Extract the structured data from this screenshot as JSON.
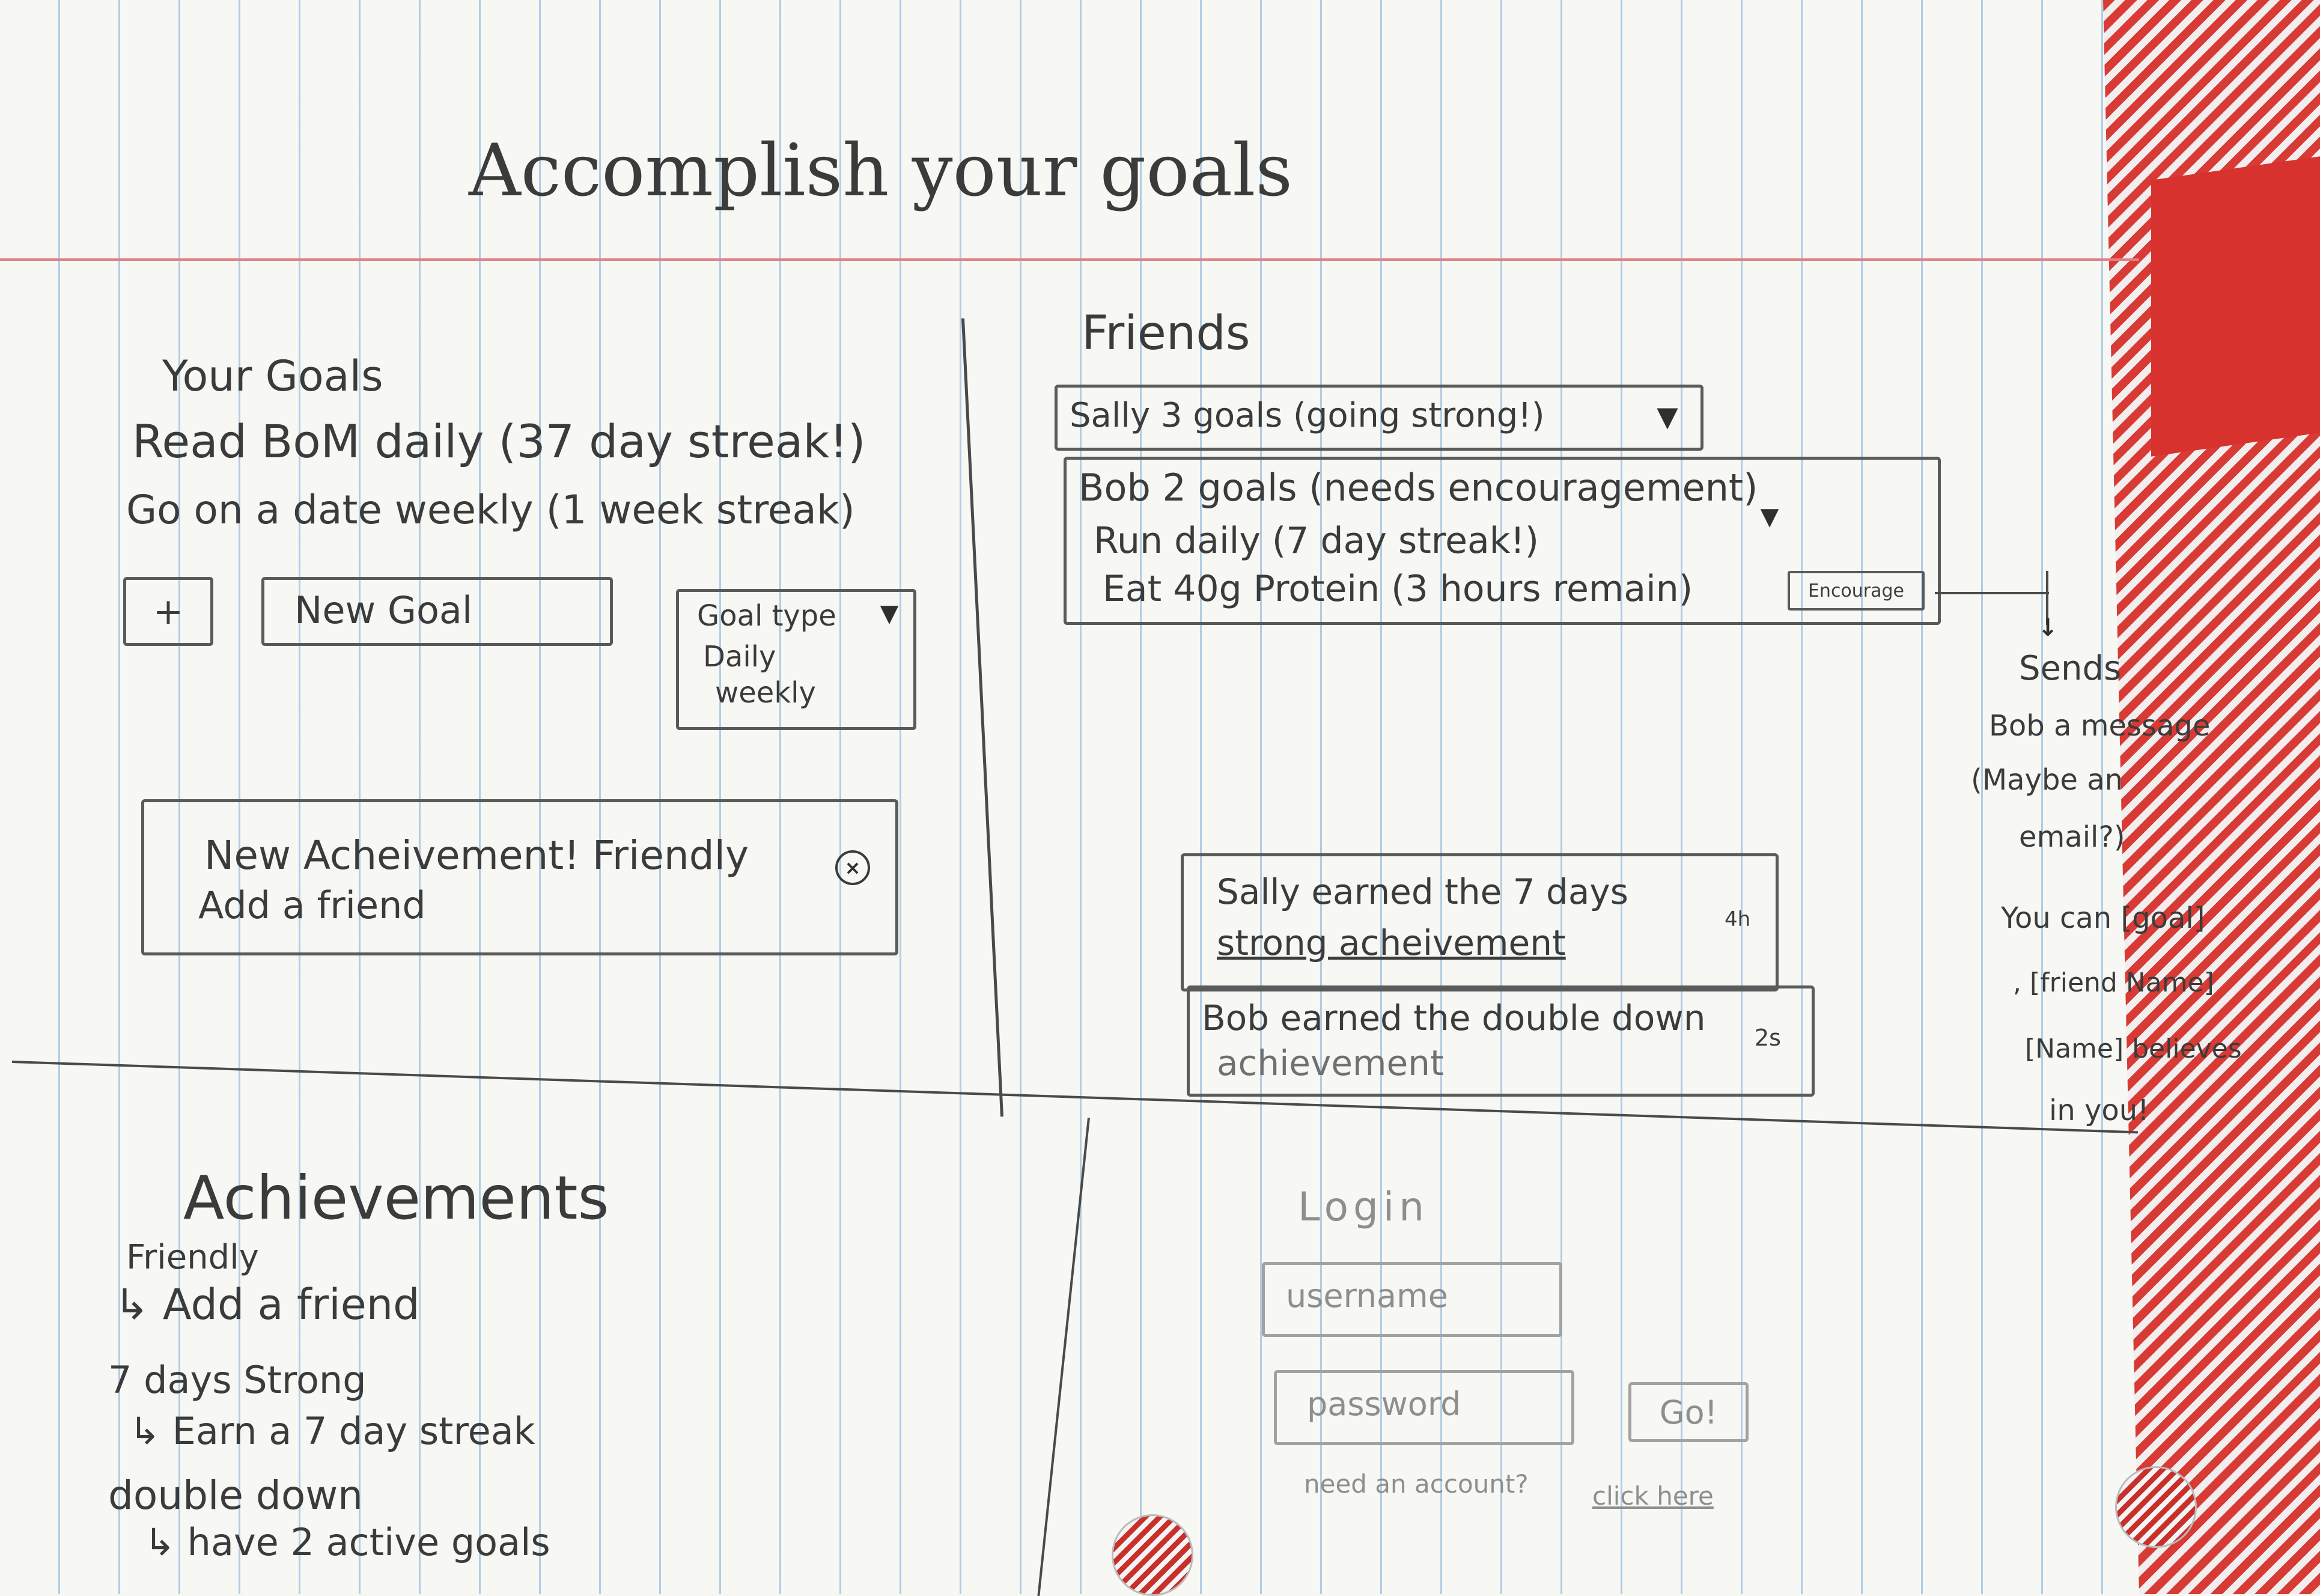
{
  "page": {
    "title": "Accomplish your goals"
  },
  "goals": {
    "heading": "Your Goals",
    "items": [
      "Read BoM daily (37 day streak!)",
      "Go on a date weekly (1 week streak)"
    ],
    "add_button": "+",
    "new_goal_placeholder": "New Goal",
    "goal_type": {
      "label": "Goal type",
      "options": [
        "Daily",
        "weekly"
      ]
    }
  },
  "notification": {
    "title": "New Acheivement! Friendly",
    "body": "Add a friend",
    "close_icon": "close-icon"
  },
  "friends": {
    "heading": "Friends",
    "list": [
      {
        "summary": "Sally 3 goals (going strong!)",
        "expand_icon": "chevron-down-icon"
      },
      {
        "summary": "Bob 2 goals (needs encouragement)",
        "expand_icon": "chevron-down-icon",
        "goals": [
          "Run daily (7 day streak!)",
          "Eat 40g Protein (3 hours remain)"
        ],
        "encourage_button": "Encourage"
      }
    ],
    "annotation": {
      "title": "Sends",
      "lines": [
        "Bob a message",
        "(Maybe an",
        "email?)",
        "You can [goal]",
        ", [friend Name]",
        "[Name] believes",
        "in you!"
      ]
    }
  },
  "feed": {
    "items": [
      {
        "text_line1": "Sally earned the 7 days",
        "text_line2": "strong acheivement",
        "time": "4h"
      },
      {
        "text_line1": "Bob earned the double down",
        "text_line2": "achievement",
        "time": "2s"
      }
    ]
  },
  "achievements": {
    "heading": "Achievements",
    "items": [
      {
        "name": "Friendly",
        "desc": "Add a friend"
      },
      {
        "name": "7 days Strong",
        "desc": "Earn a 7 day streak"
      },
      {
        "name": "double down",
        "desc": "have 2 active goals"
      }
    ]
  },
  "login": {
    "heading": "Login",
    "username_placeholder": "username",
    "password_placeholder": "password",
    "go_button": "Go!",
    "need_account": "need an account?",
    "click_here": "click here"
  }
}
